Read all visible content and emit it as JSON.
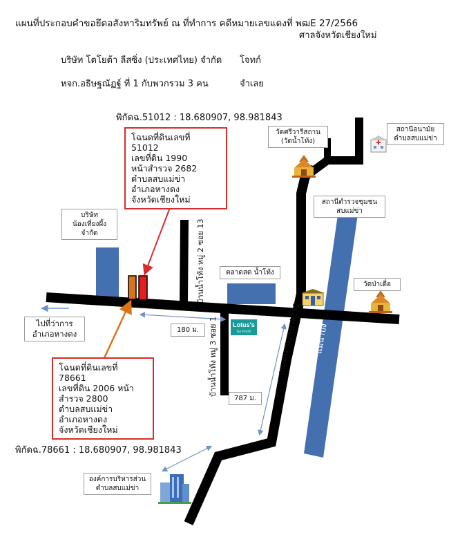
{
  "header": {
    "title": "แผนที่ประกอบคำขอยึดอสังหาริมทรัพย์ ณ ที่ทำการ คดีหมายเลขแดงที่ พฒE 27/2566",
    "court": "ศาลจังหวัดเชียงใหม่",
    "plaintiff_name": "บริษัท โตโยต้า ลีสซิ่ง (ประเทศไทย) จำกัด",
    "plaintiff_role": "โจทก์",
    "defendant_name": "หจก.อธิษฐณัฏฐ์ ที่ 1 กับพวกรวม 3 คน",
    "defendant_role": "จำเลย"
  },
  "coords": {
    "plot_51012": "พิกัดฉ.51012 : 18.680907, 98.981843",
    "plot_78661": "พิกัดฉ.78661 : 18.680907, 98.981843"
  },
  "deed_51012": [
    "โฉนดที่ดินเลขที่ 51012",
    "เลขที่ดิน 1990",
    "หน้าสำรวจ 2682",
    "ตำบลสบแม่ข่า",
    "อำเภอหางดง",
    "จังหวัดเชียงใหม่"
  ],
  "deed_78661": [
    "โฉนดที่ดินเลขที่ 78661",
    "เลขที่ดิน 2006 หน้า",
    "สำรวจ 2800",
    "ตำบลสบแม่ข่า",
    "อำเภอหางดง",
    "จังหวัดเชียงใหม่"
  ],
  "labels": {
    "company": [
      "บริษัท",
      "น้องเที่ยงผึ้ง",
      "จำกัด"
    ],
    "market": "ตลาดสด น้ำโท้ง",
    "temple_srivari": [
      "วัดศรีวารีสถาน",
      "(วัดน้ำโท้ง)"
    ],
    "health_station": [
      "สถานีอนามัย",
      "ตำบลสบแม่ข่า"
    ],
    "police": [
      "สถานีตำรวจชุมชน",
      "สบแม่ข่า"
    ],
    "temple_pa_duea": "วัดป่าเดื่อ",
    "to_district": [
      "ไปที่ว่าการ",
      "อำเภอหางดง"
    ],
    "sao": [
      "องค์การบริหารส่วน",
      "ตำบลสบแม่ข่า"
    ],
    "dist_180": "180 ม.",
    "dist_787": "787 ม.",
    "lotus": "Lotus's",
    "lotus_sub": "Go Fresh"
  },
  "roads": {
    "soi_13": "บ้านน้ำโท้ง หมู่ 2 ซอย 13",
    "soi_1": "บ้านน้ำโท้ง หมู่ 3 ซอย 1",
    "highway": "ถนนหมายเลข 4032",
    "river": "แม่น้ำปิง"
  },
  "icons": {
    "temple": "temple-icon",
    "hospital": "hospital-icon",
    "police": "police-station-icon",
    "building": "office-building-icon"
  },
  "colors": {
    "road": "#000000",
    "building_blue": "#4470b0",
    "river_blue": "#4470b0",
    "red": "#d92b2b",
    "orange": "#d9731c",
    "dim_line": "#6f93c4"
  }
}
